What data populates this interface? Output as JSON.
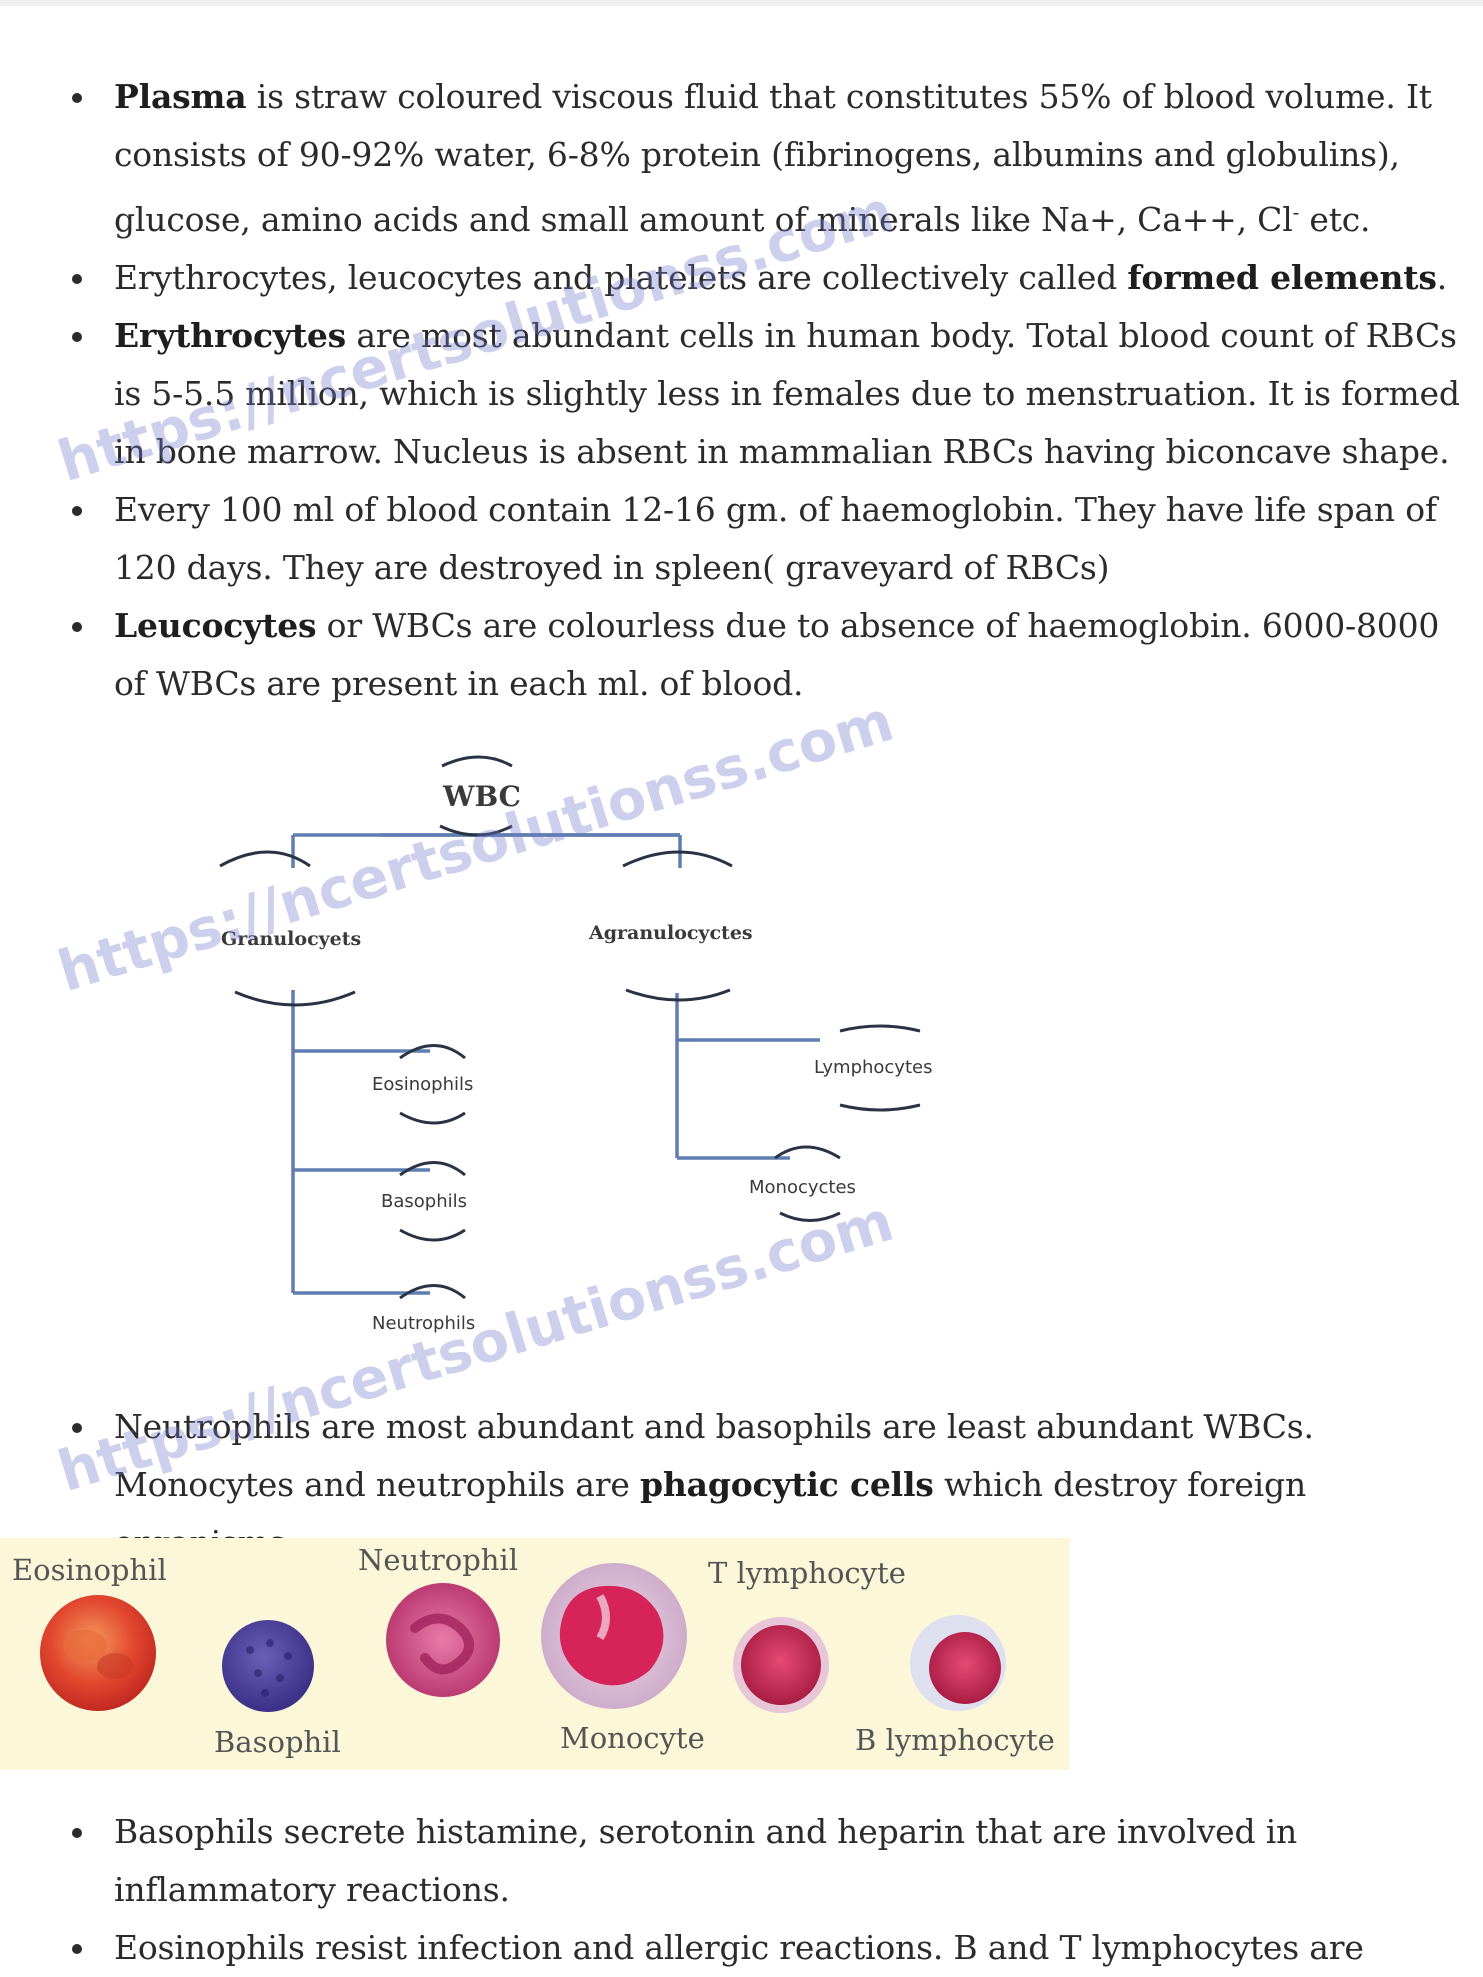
{
  "bullets_top": [
    {
      "parts": [
        {
          "b": "Plasma"
        },
        {
          "t": " is straw coloured viscous fluid that constitutes 55% of blood volume. It consists of 90-92% water, 6-8% protein (fibrinogens, albumins and globulins), glucose, amino acids and small amount of minerals like Na+, Ca++, Cl"
        },
        {
          "sup": "-"
        },
        {
          "t": " etc."
        }
      ]
    },
    {
      "parts": [
        {
          "t": "Erythrocytes, leucocytes and platelets are collectively called "
        },
        {
          "b": "formed elements"
        },
        {
          "t": "."
        }
      ]
    },
    {
      "parts": [
        {
          "b": "Erythrocytes"
        },
        {
          "t": " are most abundant cells in human body. Total blood count of RBCs is 5-5.5 million, which is slightly less in females due to menstruation. It is formed in bone marrow. Nucleus is absent in mammalian RBCs having biconcave shape."
        }
      ]
    },
    {
      "parts": [
        {
          "t": "Every 100 ml of blood contain 12-16 gm. of haemoglobin. They have life span of 120 days. They are destroyed in spleen( graveyard of RBCs)"
        }
      ]
    },
    {
      "parts": [
        {
          "b": "Leucocytes"
        },
        {
          "t": " or WBCs are colourless due to absence of haemoglobin. 6000-8000 of WBCs are present in each ml. of blood."
        }
      ]
    }
  ],
  "diagram": {
    "root": "WBC",
    "granulocytes": "Granulocyets",
    "agranulocytes": "Agranulocyctes",
    "eosinophils": "Eosinophils",
    "basophils": "Basophils",
    "neutrophils": "Neutrophils",
    "lymphocytes": "Lymphocytes",
    "monocytes": "Monocyctes"
  },
  "bullets_mid": [
    {
      "parts": [
        {
          "t": "Neutrophils are most abundant and basophils are least abundant WBCs. Monocytes and neutrophils are "
        },
        {
          "b": "phagocytic cells"
        },
        {
          "t": " which destroy foreign organisms."
        }
      ]
    }
  ],
  "cells_figure": {
    "eosinophil": "Eosinophil",
    "basophil": "Basophil",
    "neutrophil": "Neutrophil",
    "monocyte": "Monocyte",
    "t_lymphocyte": "T lymphocyte",
    "b_lymphocyte": "B lymphocyte"
  },
  "bullets_bottom": [
    {
      "parts": [
        {
          "t": "Basophils secrete histamine, serotonin and heparin that are involved in inflammatory reactions."
        }
      ]
    },
    {
      "parts": [
        {
          "t": "Eosinophils resist infection and allergic reactions. B and T lymphocytes are"
        }
      ]
    }
  ],
  "watermark": "https://ncertsolutionss.com",
  "colors": {
    "text": "#2b2b2b",
    "diagram_line": "#5f7db0",
    "figure_bg": "#fbf7d8"
  }
}
